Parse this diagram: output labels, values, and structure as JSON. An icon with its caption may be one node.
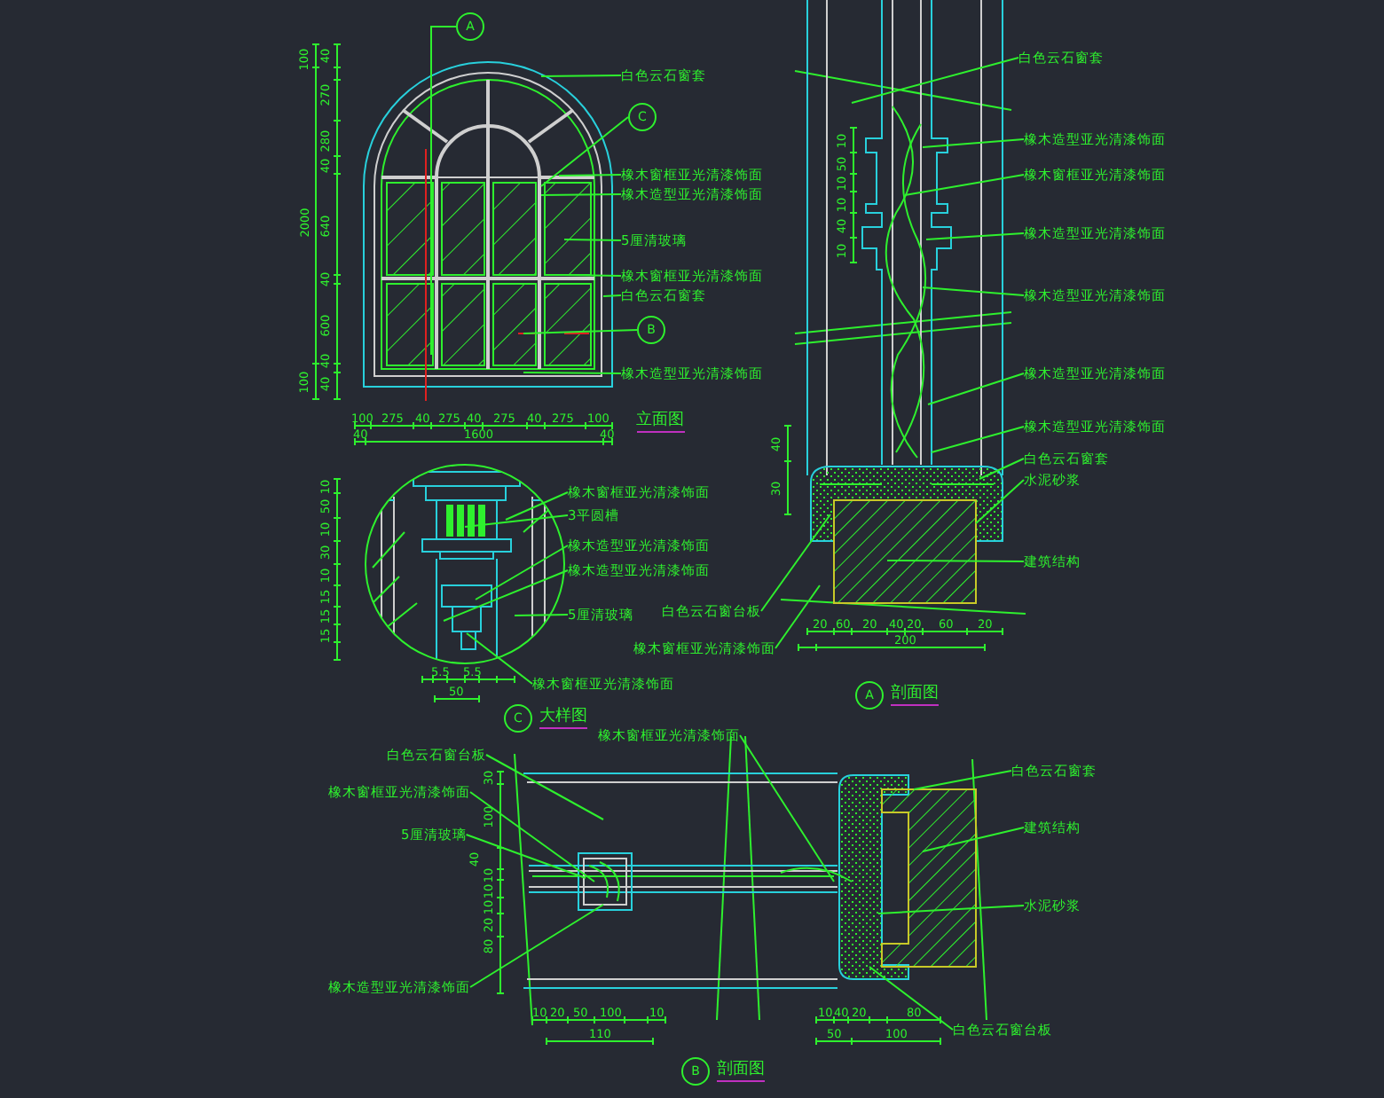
{
  "diagram": {
    "nodes": [
      {
        "text": [
          "A"
        ]
      },
      {
        "text": [
          "白色云石窗套"
        ]
      },
      {
        "text": [
          "C"
        ]
      },
      {
        "text": [
          "橡木窗框亚光清漆饰面"
        ]
      },
      {
        "text": [
          "橡木造型亚光清漆饰面"
        ]
      },
      {
        "text": [
          "5厘清玻璃"
        ]
      },
      {
        "text": [
          "橡木窗框亚光清漆饰面"
        ]
      },
      {
        "text": [
          "白色云石窗套"
        ]
      },
      {
        "text": [
          "B"
        ]
      },
      {
        "text": [
          "橡木造型亚光清漆饰面"
        ]
      },
      {
        "text": [
          "白色云石窗套"
        ]
      },
      {
        "text": [
          "橡木造型亚光清漆饰面"
        ]
      },
      {
        "text": [
          "橡木窗框亚光清漆饰面"
        ]
      },
      {
        "text": [
          "橡木造型亚光清漆饰面"
        ]
      },
      {
        "text": [
          "橡木造型亚光清漆饰面"
        ]
      },
      {
        "text": [
          "橡木造型亚光清漆饰面"
        ]
      },
      {
        "text": [
          "橡木造型亚光清漆饰面"
        ]
      },
      {
        "text": [
          "白色云石窗套"
        ]
      },
      {
        "text": [
          "水泥砂浆"
        ]
      },
      {
        "text": [
          "建筑结构"
        ]
      },
      {
        "text": [
          "A"
        ],
        "beside": [
          "剖面图"
        ]
      },
      {
        "text": [
          "橡木窗框亚光清漆饰面"
        ]
      },
      {
        "text": [
          "3平圆槽"
        ]
      },
      {
        "text": [
          "橡木造型亚光清漆饰面"
        ]
      },
      {
        "text": [
          "橡木造型亚光清漆饰面"
        ]
      },
      {
        "text": [
          "5厘清玻璃"
        ]
      },
      {
        "text": [
          "白色云石窗台板"
        ]
      },
      {
        "text": [
          "橡木窗框亚光清漆饰面"
        ]
      },
      {
        "text": [
          "橡木窗框亚光清漆饰面"
        ]
      },
      {
        "text": [
          "C"
        ],
        "beside": [
          "大样图"
        ]
      },
      {
        "text": [
          "橡木窗框亚光清漆饰面"
        ]
      },
      {
        "text": [
          "白色云石窗台板"
        ]
      },
      {
        "text": [
          "橡木窗框亚光清漆饰面"
        ]
      },
      {
        "text": [
          "5厘清玻璃"
        ]
      },
      {
        "text": [
          "橡木造型亚光清漆饰面"
        ]
      },
      {
        "text": [
          "白色云石窗套"
        ]
      },
      {
        "text": [
          "建筑结构"
        ]
      },
      {
        "text": [
          "水泥砂浆"
        ]
      },
      {
        "text": [
          "白色云石窗台板"
        ]
      },
      {
        "text": [
          "B"
        ],
        "beside": [
          "剖面图"
        ]
      }
    ],
    "edges": [
      {
        "from": 0,
        "to": null,
        "arrow": "none"
      },
      {
        "from": 1,
        "to": null,
        "arrow": "none"
      },
      {
        "from": 2,
        "to": null,
        "arrow": "none"
      },
      {
        "from": 3,
        "to": null,
        "arrow": "none"
      },
      {
        "from": 4,
        "to": null,
        "arrow": "none"
      },
      {
        "from": 5,
        "to": null,
        "arrow": "none"
      },
      {
        "from": 6,
        "to": null,
        "arrow": "none"
      },
      {
        "from": 7,
        "to": null,
        "arrow": "none"
      },
      {
        "from": 8,
        "to": null,
        "arrow": "none"
      },
      {
        "from": 9,
        "to": null,
        "arrow": "none"
      },
      {
        "from": 10,
        "to": null,
        "arrow": "none"
      },
      {
        "from": 11,
        "to": null,
        "arrow": "none"
      },
      {
        "from": 12,
        "to": null,
        "arrow": "none"
      },
      {
        "from": 13,
        "to": null,
        "arrow": "none"
      },
      {
        "from": 14,
        "to": null,
        "arrow": "none"
      },
      {
        "from": 15,
        "to": null,
        "arrow": "none"
      },
      {
        "from": 16,
        "to": null,
        "arrow": "none"
      },
      {
        "from": 17,
        "to": null,
        "arrow": "none"
      },
      {
        "from": 18,
        "to": null,
        "arrow": "none"
      },
      {
        "from": 19,
        "to": null,
        "arrow": "none"
      },
      {
        "from": 21,
        "to": null,
        "arrow": "none"
      },
      {
        "from": 22,
        "to": null,
        "arrow": "none"
      },
      {
        "from": 23,
        "to": null,
        "arrow": "none"
      },
      {
        "from": 24,
        "to": null,
        "arrow": "none"
      },
      {
        "from": 25,
        "to": null,
        "arrow": "none"
      },
      {
        "from": 26,
        "to": null,
        "arrow": "none"
      },
      {
        "from": 27,
        "to": null,
        "arrow": "none"
      },
      {
        "from": 28,
        "to": null,
        "arrow": "none"
      },
      {
        "from": 30,
        "to": null,
        "arrow": "none"
      },
      {
        "from": 31,
        "to": null,
        "arrow": "none"
      },
      {
        "from": 32,
        "to": null,
        "arrow": "none"
      },
      {
        "from": 33,
        "to": null,
        "arrow": "none"
      },
      {
        "from": 34,
        "to": null,
        "arrow": "none"
      },
      {
        "from": 35,
        "to": null,
        "arrow": "none"
      },
      {
        "from": 36,
        "to": null,
        "arrow": "none"
      },
      {
        "from": 37,
        "to": null,
        "arrow": "none"
      },
      {
        "from": 38,
        "to": null,
        "arrow": "none"
      }
    ],
    "labels": [
      "立面图",
      "100",
      "2000",
      "100",
      "40",
      "270",
      "280",
      "40",
      "640",
      "40",
      "600",
      "40",
      "40",
      "100",
      "275",
      "40",
      "275",
      "40",
      "275",
      "40",
      "275",
      "100",
      "40",
      "1600",
      "40",
      "10",
      "50",
      "10",
      "10",
      "40",
      "10",
      "40",
      "30",
      "20",
      "60",
      "20",
      "40",
      "20",
      "60",
      "20",
      "200",
      "10",
      "50",
      "10",
      "30",
      "10",
      "15",
      "15",
      "15",
      "5.5",
      "5.5",
      "50",
      "30",
      "100",
      "40",
      "10",
      "10",
      "10",
      "20",
      "80",
      "10",
      "20",
      "50",
      "100",
      "10",
      "110",
      "10",
      "40",
      "20",
      "80",
      "50",
      "100"
    ]
  }
}
